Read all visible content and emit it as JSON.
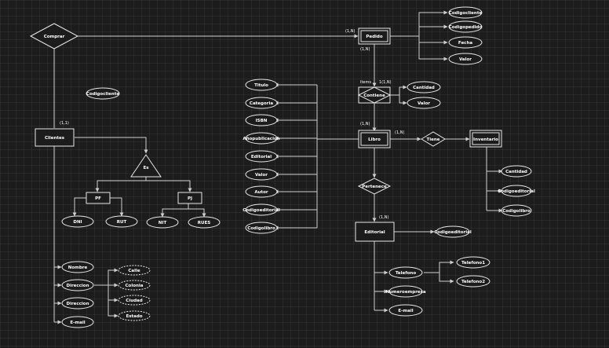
{
  "entities": {
    "pedido": "Pedido",
    "clientes": "Clientes",
    "libro": "Libro",
    "inventario": "Inventario",
    "editorial": "Editorial"
  },
  "relationships": {
    "comprar": "Comprar",
    "contiene": "Contiene",
    "tiene": "Tiene",
    "pertenece": "Pertenece",
    "es": "Es"
  },
  "subtypes": {
    "pf": "PF",
    "pj": "PJ"
  },
  "attributes": {
    "pedido": [
      "Codigocliente",
      "Codigopedido",
      "Fecha",
      "Valor"
    ],
    "contiene": [
      "Cantidad",
      "Valor"
    ],
    "clientes_key": "Codigocliente",
    "pf": [
      "DNI",
      "RUT"
    ],
    "pj": [
      "NIT",
      "RUES"
    ],
    "libro": [
      "Titulo",
      "Categoria",
      "ISBN",
      "Añopublicacion",
      "Editorial",
      "Valor",
      "Autor",
      "Codigoeditorial",
      "Codigolibro"
    ],
    "inventario": [
      "Cantidad",
      "Codigoeditorial",
      "Codigolibro"
    ],
    "editorial_key": "Codigoeditorial",
    "editorial": [
      "Telefono",
      "Numeroempresa",
      "E-mail"
    ],
    "telefono": [
      "Telefono1",
      "Telefono2"
    ],
    "clientes": [
      "Nombre",
      "Direccion",
      "Direccion",
      "E-mail"
    ],
    "direccion": [
      "Calle",
      "Colonia",
      "Ciudad",
      "Estado"
    ]
  },
  "cardinalities": {
    "comprar_pedido": "(1,N)",
    "comprar_clientes": "(1,1)",
    "pedido_contiene": "(1,N)",
    "contiene_mid": "1(1,N)",
    "contiene_libro": "(1,N)",
    "libro_tiene": "(1,N)",
    "pertenece_editorial": "(1,N)",
    "contiene_left": "Items"
  }
}
